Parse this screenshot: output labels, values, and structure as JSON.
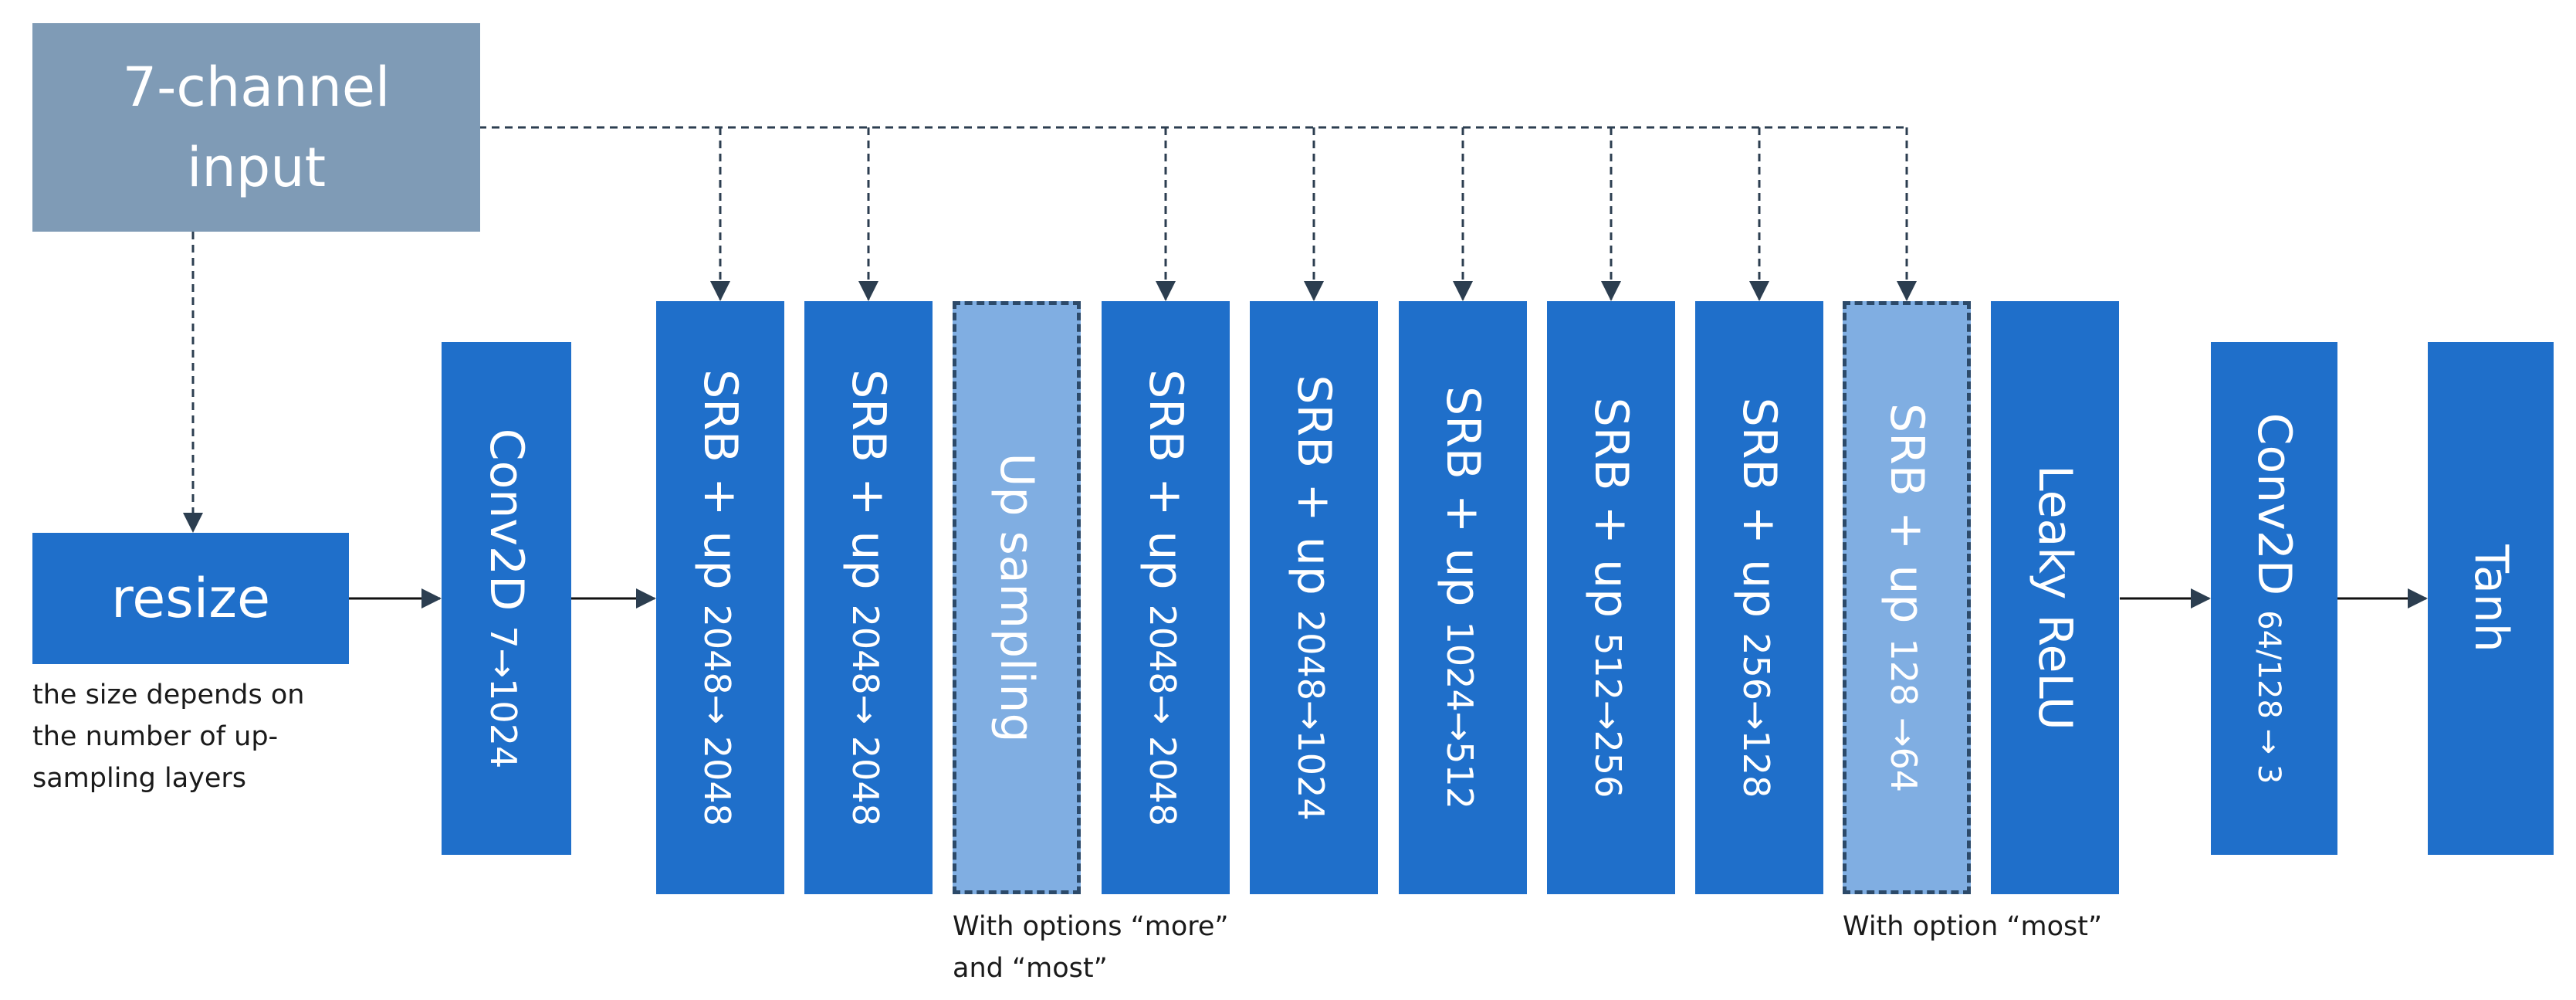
{
  "input": {
    "line1": "7-channel",
    "line2": "input"
  },
  "resize": {
    "label": "resize",
    "note_lines": [
      "the size depends on",
      "the number of up-",
      "sampling layers"
    ]
  },
  "layers": [
    {
      "main": "Conv2D ",
      "sub": "7→1024"
    },
    {
      "main": "SRB + up ",
      "sub": "2048→ 2048"
    },
    {
      "main": "SRB + up ",
      "sub": "2048→ 2048"
    },
    {
      "main": "Up sampling",
      "sub": ""
    },
    {
      "main": "SRB + up ",
      "sub": "2048→ 2048"
    },
    {
      "main": "SRB + up ",
      "sub": "2048→1024"
    },
    {
      "main": "SRB + up ",
      "sub": "1024→512"
    },
    {
      "main": "SRB + up ",
      "sub": "512→256"
    },
    {
      "main": "SRB + up ",
      "sub": "256→128"
    },
    {
      "main": "SRB + up ",
      "sub": "128 →64"
    },
    {
      "main": "Leaky ReLU",
      "sub": ""
    },
    {
      "main": "Conv2D ",
      "sub": "64/128 → 3"
    },
    {
      "main": "Tanh",
      "sub": ""
    }
  ],
  "notes": {
    "upsampling_option_lines": [
      "With options “more”",
      "and “most”"
    ],
    "srb64_option_lines": [
      "With option “most”"
    ]
  },
  "colors": {
    "block": "#1f6fca",
    "optional_block": "#80aee2",
    "input_block": "#7f9bb6",
    "connector": "#2c3e50"
  }
}
